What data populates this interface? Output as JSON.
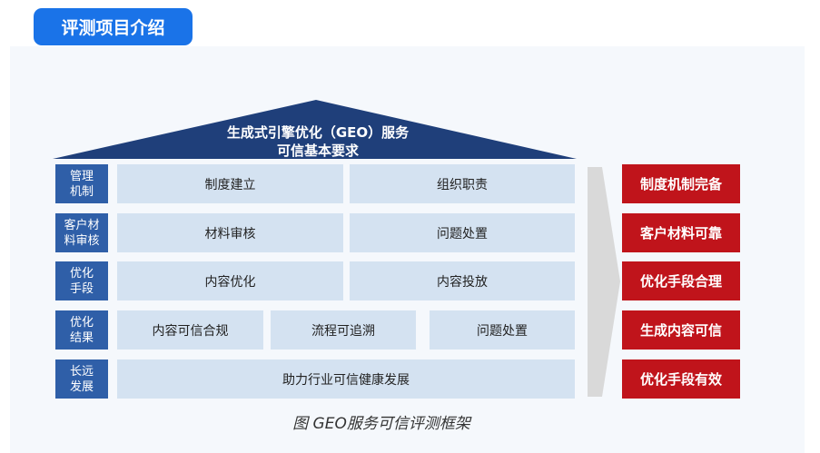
{
  "header": {
    "title": "评测项目介绍"
  },
  "roof": {
    "line1": "生成式引擎优化（GEO）服务",
    "line2": "可信基本要求"
  },
  "rows": [
    {
      "label": "管理\n机制",
      "cells": [
        "制度建立",
        "组织职责"
      ]
    },
    {
      "label": "客户材\n料审核",
      "cells": [
        "材料审核",
        "问题处置"
      ]
    },
    {
      "label": "优化\n手段",
      "cells": [
        "内容优化",
        "内容投放"
      ]
    },
    {
      "label": "优化\n结果",
      "cells": [
        "内容可信合规",
        "流程可追溯",
        "问题处置"
      ]
    },
    {
      "label": "长远\n发展",
      "cells": [
        "助力行业可信健康发展"
      ]
    }
  ],
  "results": [
    "制度机制完备",
    "客户材料可靠",
    "优化手段合理",
    "生成内容可信",
    "优化手段有效"
  ],
  "caption": "图 GEO服务可信评测框架",
  "colors": {
    "tab": "#1a73e8",
    "roof": "#1f3f7a",
    "label": "#2f5fa8",
    "cell": "#d4e2f1",
    "result": "#c0141b",
    "arrow": "#d9d9d9"
  }
}
